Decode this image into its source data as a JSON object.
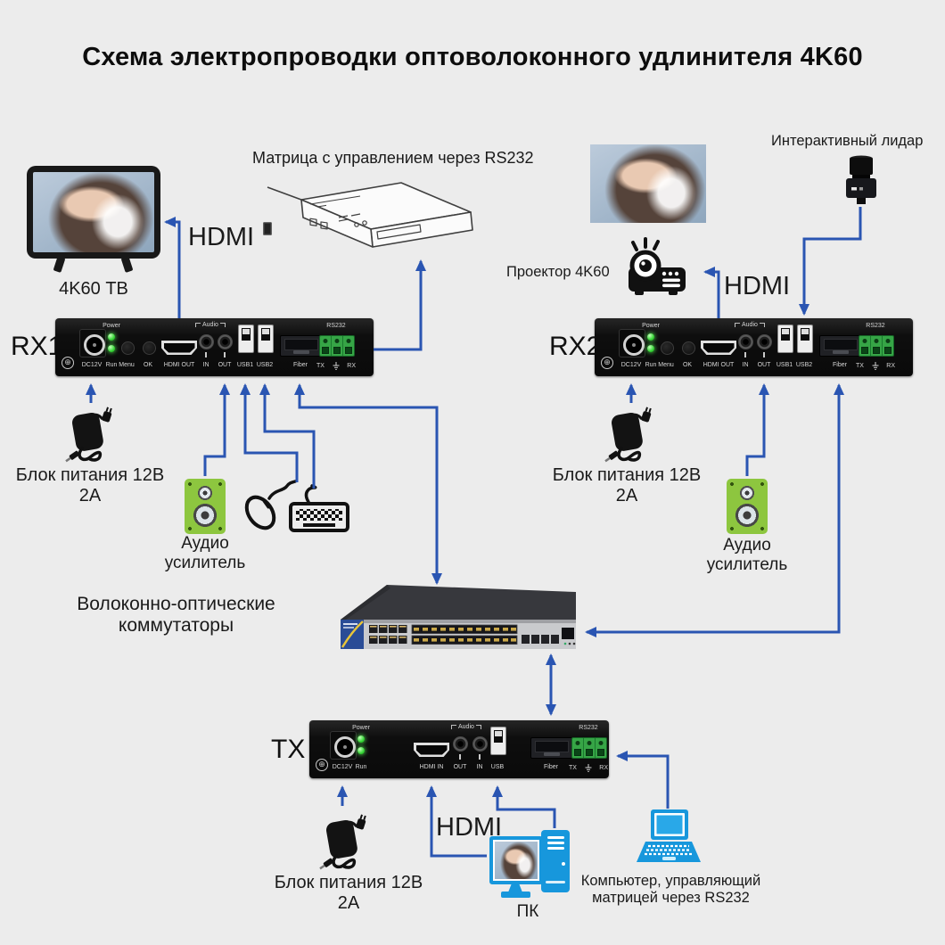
{
  "title": "Схема электропроводки оптоволоконного удлинителя 4K60",
  "devices": {
    "rx1": "RX1",
    "rx2": "RX2",
    "tx": "TX"
  },
  "ports": {
    "power": "Power",
    "run": "Run",
    "menu": "Menu",
    "ok": "OK",
    "dc12v": "DC12V",
    "hdmi_out": "HDMI OUT",
    "hdmi_in": "HDMI IN",
    "audio": "Audio",
    "in": "IN",
    "out": "OUT",
    "usb1": "USB1",
    "usb2": "USB2",
    "usb": "USB",
    "fiber": "Fiber",
    "rs232": "RS232",
    "tx": "TX",
    "rx": "RX"
  },
  "icons": {
    "ground": "⊕"
  },
  "labels": {
    "hdmi": "HDMI",
    "tv": "4K60 ТВ",
    "matrix": "Матрица с управлением через RS232",
    "lidar": "Интерактивный лидар",
    "projector": "Проектор 4K60",
    "psu": "Блок питания 12В 2А",
    "amp1": "Аудио",
    "amp2": "усилитель",
    "switch1": "Волоконно-оптические",
    "switch2": "коммутаторы",
    "pc": "ПК",
    "computer1": "Компьютер, управляющий",
    "computer2": "матрицей через RS232"
  },
  "colors": {
    "background": "#ececec",
    "arrow_blue": "#2a55b2",
    "device_black": "#0e0e0e",
    "led_green": "#35d435",
    "terminal_green": "#36a546",
    "speaker_green": "#8dc63f",
    "icon_blue": "#1797dc"
  }
}
